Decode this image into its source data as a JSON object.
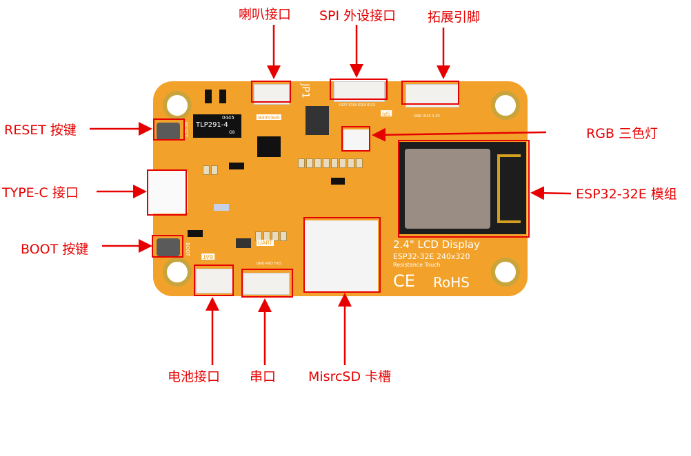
{
  "labels": {
    "speaker": "喇叭接口",
    "spi": "SPI 外设接口",
    "expansion": "拓展引脚",
    "reset": "RESET 按键",
    "typec": "TYPE-C 接口",
    "boot": "BOOT 按键",
    "rgb": "RGB 三色灯",
    "esp32": "ESP32-32E 模组",
    "battery": "电池接口",
    "uart": "串口",
    "sd": "MisrcSD 卡槽"
  },
  "silkscreen": {
    "jp1": "JP1",
    "speaker": "SPEAKER",
    "reset": "RESET",
    "boot": "BOOT",
    "bat": "BAT",
    "uart": "UART",
    "spi": "SPI",
    "spi_pins": "IO27 IO18 IO19 IO23",
    "ext_pins": "GND IO35 3.3V",
    "uart_pins": "GND RXD TXD",
    "chip_code": "0445",
    "chip_name": "TLP291-4",
    "chip_sub": "G8",
    "display": "2.4\" LCD Display",
    "model": "ESP32-32E 240x320",
    "touch": "Resistance Touch",
    "ce": "CE",
    "rohs": "RoHS"
  },
  "colors": {
    "annotation": "#e60000",
    "board": "#f2a22a"
  }
}
